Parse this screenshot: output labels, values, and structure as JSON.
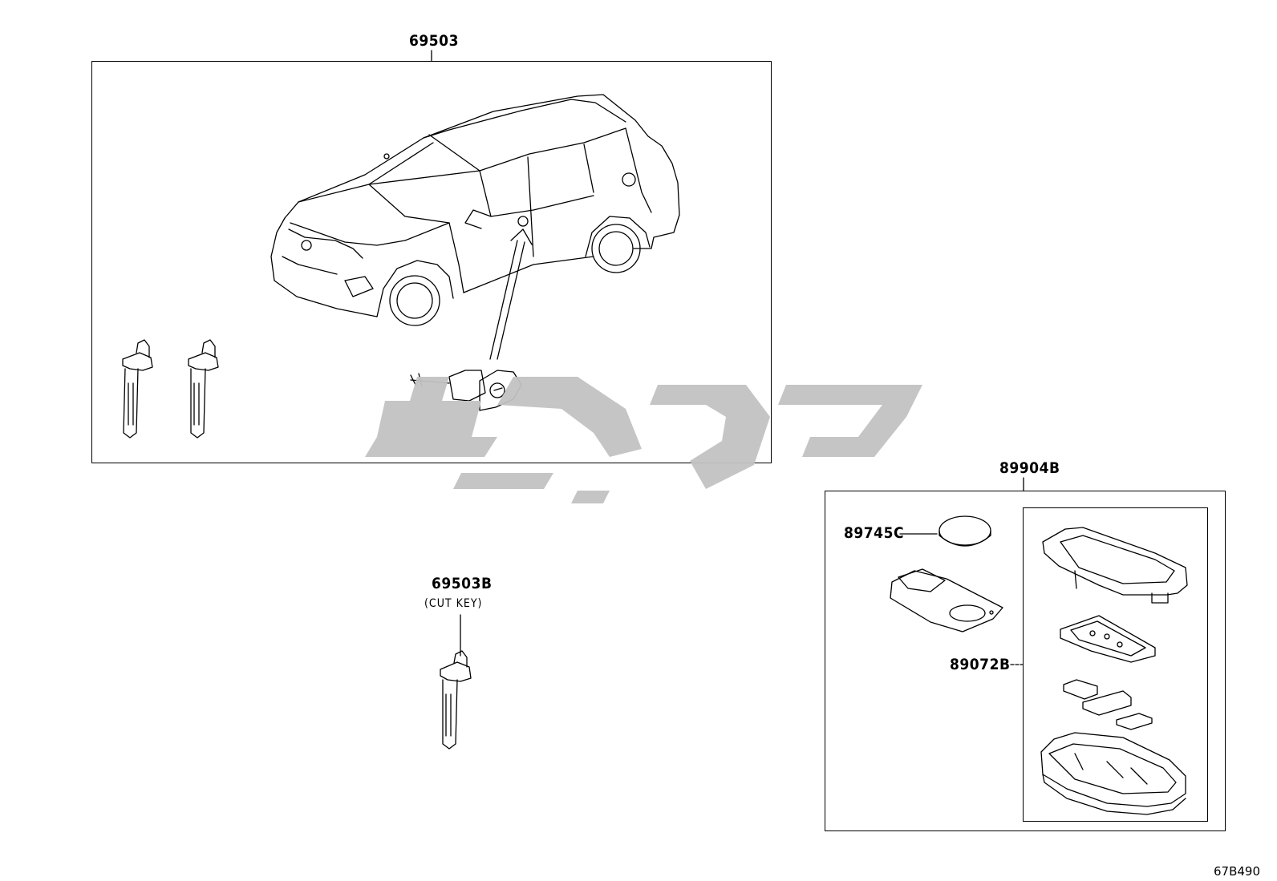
{
  "parts": {
    "lock_set": {
      "number": "69503"
    },
    "cut_key": {
      "number": "69503B",
      "note": "(CUT KEY)"
    },
    "transmitter_assy": {
      "number": "89904B"
    },
    "battery": {
      "number": "89745C"
    },
    "transmitter_case": {
      "number": "89072B"
    }
  },
  "diagram_code": "67B490",
  "watermark_color": "#c2c2c2"
}
